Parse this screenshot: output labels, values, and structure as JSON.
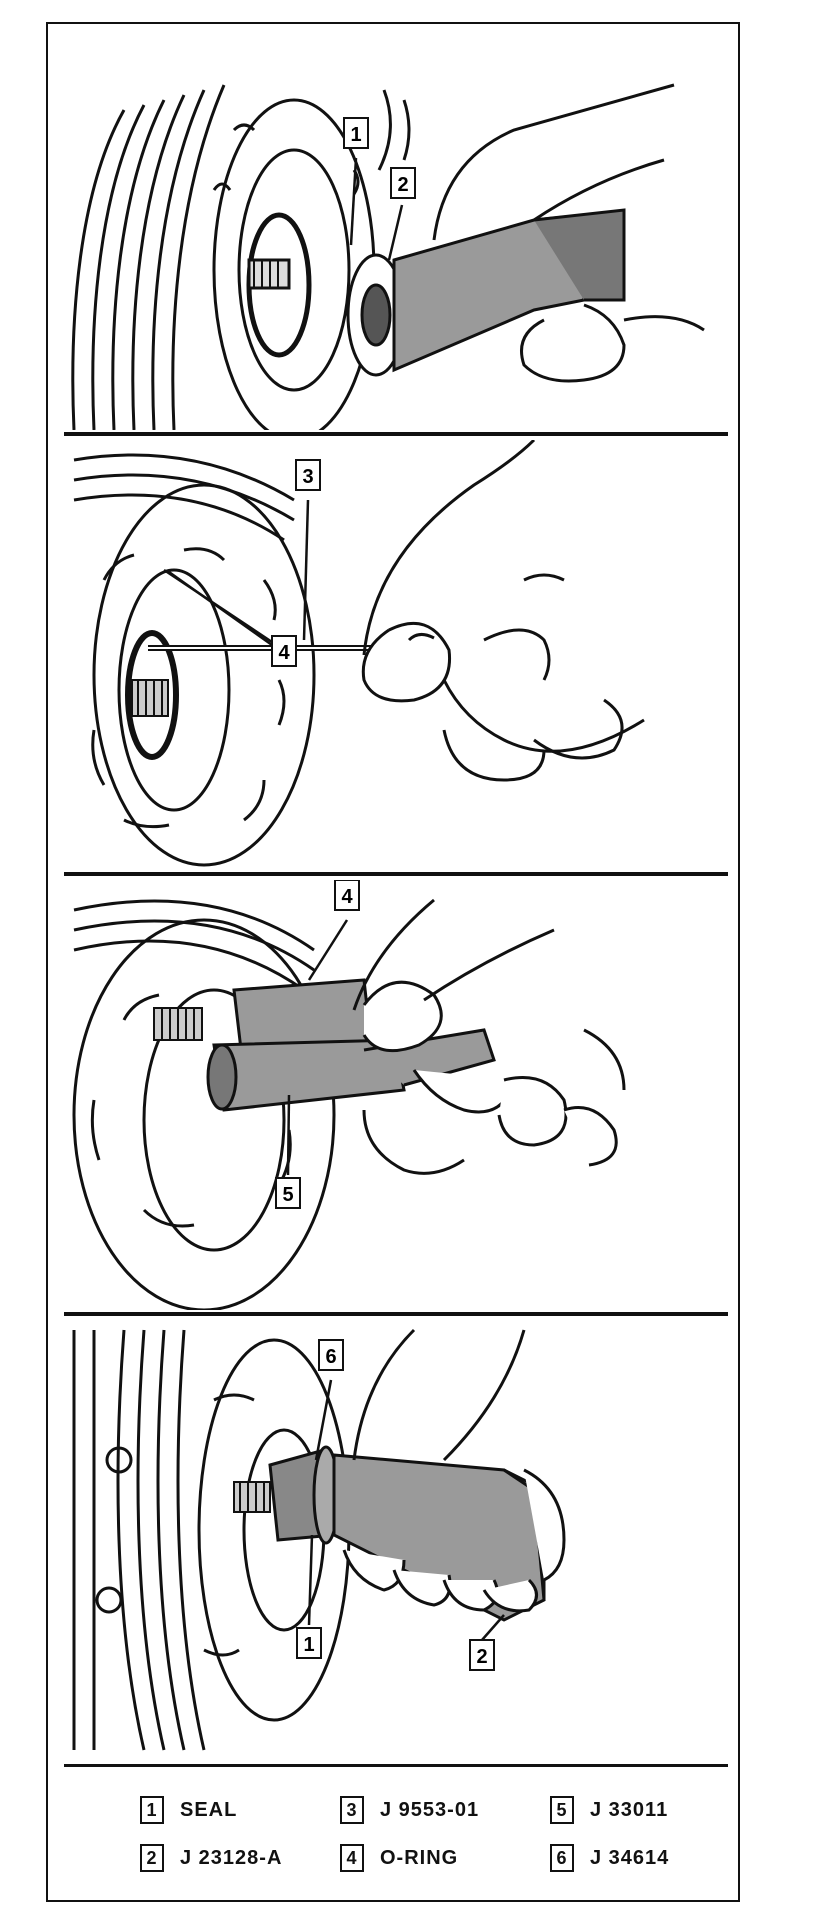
{
  "callouts": {
    "c1": "1",
    "c2": "2",
    "c3": "3",
    "c4": "4",
    "c5": "5",
    "c6": "6"
  },
  "legend": [
    {
      "num": "1",
      "label": "SEAL"
    },
    {
      "num": "2",
      "label": "J 23128-A"
    },
    {
      "num": "3",
      "label": "J 9553-01"
    },
    {
      "num": "4",
      "label": "O-RING"
    },
    {
      "num": "5",
      "label": "J 33011"
    },
    {
      "num": "6",
      "label": "J 34614"
    }
  ],
  "colors": {
    "ink": "#111111",
    "tool_fill": "#9a9a9a",
    "paper": "#ffffff"
  }
}
